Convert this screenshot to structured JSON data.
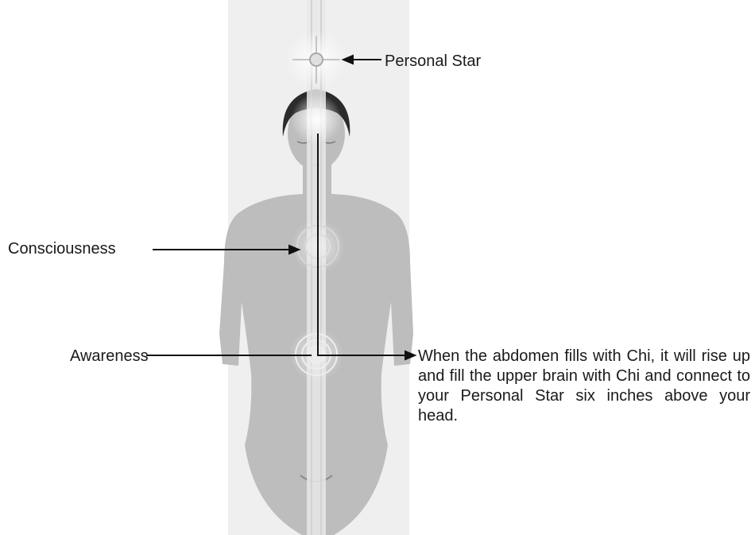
{
  "labels": {
    "personal_star": "Personal Star",
    "consciousness": "Consciousness",
    "awareness": "Awareness"
  },
  "description": "When the abdomen fills with Chi, it will rise up and fill the upper brain with Chi and connect to your Personal Star six inches above your head.",
  "colors": {
    "text": "#1a1a1a",
    "body_fill": "#b9b9b9",
    "column": "#e6e6e6",
    "hair": "#2b2b2b",
    "pointer": "#111111"
  },
  "icons": [
    "personal-star-icon",
    "consciousness-center-icon",
    "awareness-spiral-icon",
    "arrow-left-icon",
    "arrow-right-icon"
  ]
}
